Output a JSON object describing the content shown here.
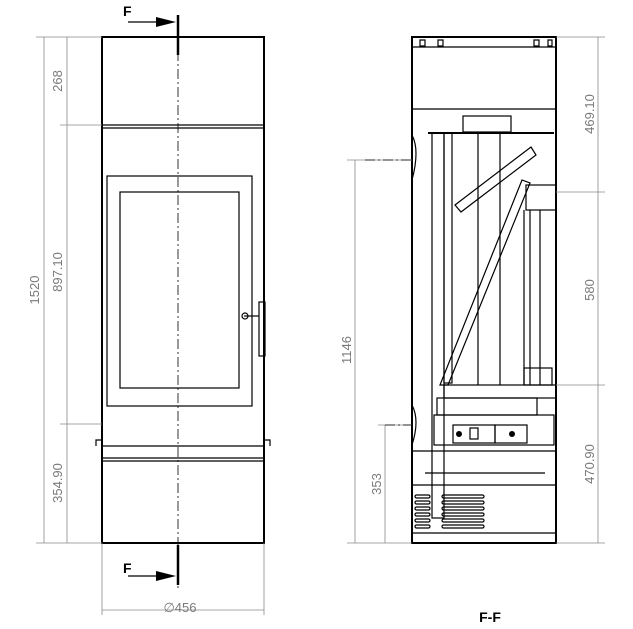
{
  "front_view": {
    "section_marker": "F",
    "dimensions": {
      "total_height": "1520",
      "top_panel": "268",
      "door_section": "897.10",
      "bottom_section": "354.90",
      "diameter": "∅456"
    }
  },
  "section_view": {
    "title": "F-F",
    "dimensions": {
      "flue_height": "1146",
      "air_inlet_height": "353",
      "top": "469.10",
      "middle": "580",
      "bottom": "470.90"
    }
  },
  "colors": {
    "lines": "#000000",
    "dimensions": "#8a8a8a"
  }
}
